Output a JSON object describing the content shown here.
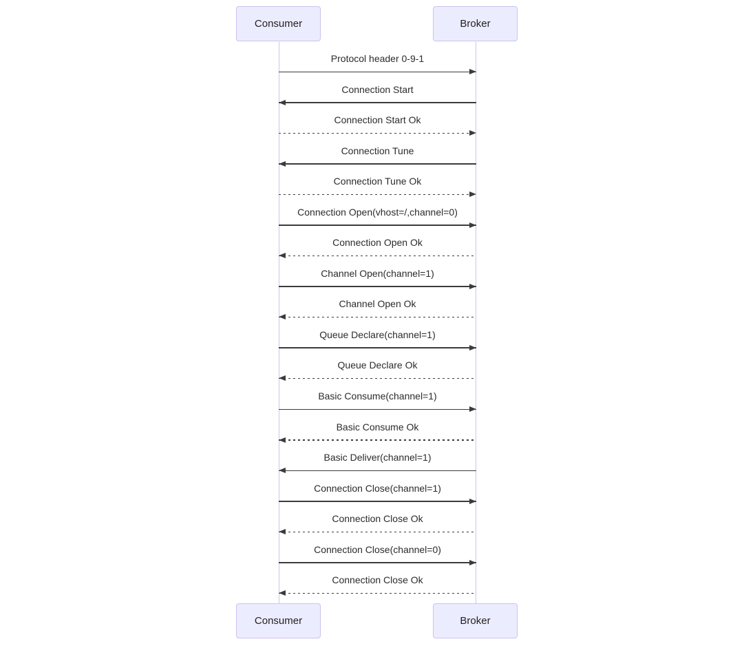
{
  "diagram": {
    "type": "sequence",
    "actors": [
      {
        "name": "Consumer"
      },
      {
        "name": "Broker"
      }
    ],
    "messages": [
      {
        "label": "Protocol header 0-9-1",
        "from": "Consumer",
        "to": "Broker",
        "line": "solid"
      },
      {
        "label": "Connection Start",
        "from": "Broker",
        "to": "Consumer",
        "line": "solid"
      },
      {
        "label": "Connection Start Ok",
        "from": "Consumer",
        "to": "Broker",
        "line": "dotted"
      },
      {
        "label": "Connection Tune",
        "from": "Broker",
        "to": "Consumer",
        "line": "solid"
      },
      {
        "label": "Connection Tune Ok",
        "from": "Consumer",
        "to": "Broker",
        "line": "dotted"
      },
      {
        "label": "Connection Open(vhost=/,channel=0)",
        "from": "Consumer",
        "to": "Broker",
        "line": "solid"
      },
      {
        "label": "Connection Open Ok",
        "from": "Broker",
        "to": "Consumer",
        "line": "dotted"
      },
      {
        "label": "Channel Open(channel=1)",
        "from": "Consumer",
        "to": "Broker",
        "line": "solid"
      },
      {
        "label": "Channel Open Ok",
        "from": "Broker",
        "to": "Consumer",
        "line": "dotted"
      },
      {
        "label": "Queue Declare(channel=1)",
        "from": "Consumer",
        "to": "Broker",
        "line": "solid"
      },
      {
        "label": "Queue Declare Ok",
        "from": "Broker",
        "to": "Consumer",
        "line": "dotted"
      },
      {
        "label": "Basic Consume(channel=1)",
        "from": "Consumer",
        "to": "Broker",
        "line": "solid"
      },
      {
        "label": "Basic Consume Ok",
        "from": "Broker",
        "to": "Consumer",
        "line": "dotted"
      },
      {
        "label": "Basic Deliver(channel=1)",
        "from": "Broker",
        "to": "Consumer",
        "line": "solid"
      },
      {
        "label": "Connection Close(channel=1)",
        "from": "Consumer",
        "to": "Broker",
        "line": "solid"
      },
      {
        "label": "Connection Close Ok",
        "from": "Broker",
        "to": "Consumer",
        "line": "dotted"
      },
      {
        "label": "Connection Close(channel=0)",
        "from": "Consumer",
        "to": "Broker",
        "line": "solid"
      },
      {
        "label": "Connection Close Ok",
        "from": "Broker",
        "to": "Consumer",
        "line": "dotted"
      }
    ],
    "colors": {
      "actor_fill": "#ECECFF",
      "actor_border": "#C9C2F0",
      "lifeline": "#C9C9E6",
      "arrow": "#3B3B3B",
      "text": "#2B2B2B",
      "background": "#FFFFFF"
    }
  }
}
